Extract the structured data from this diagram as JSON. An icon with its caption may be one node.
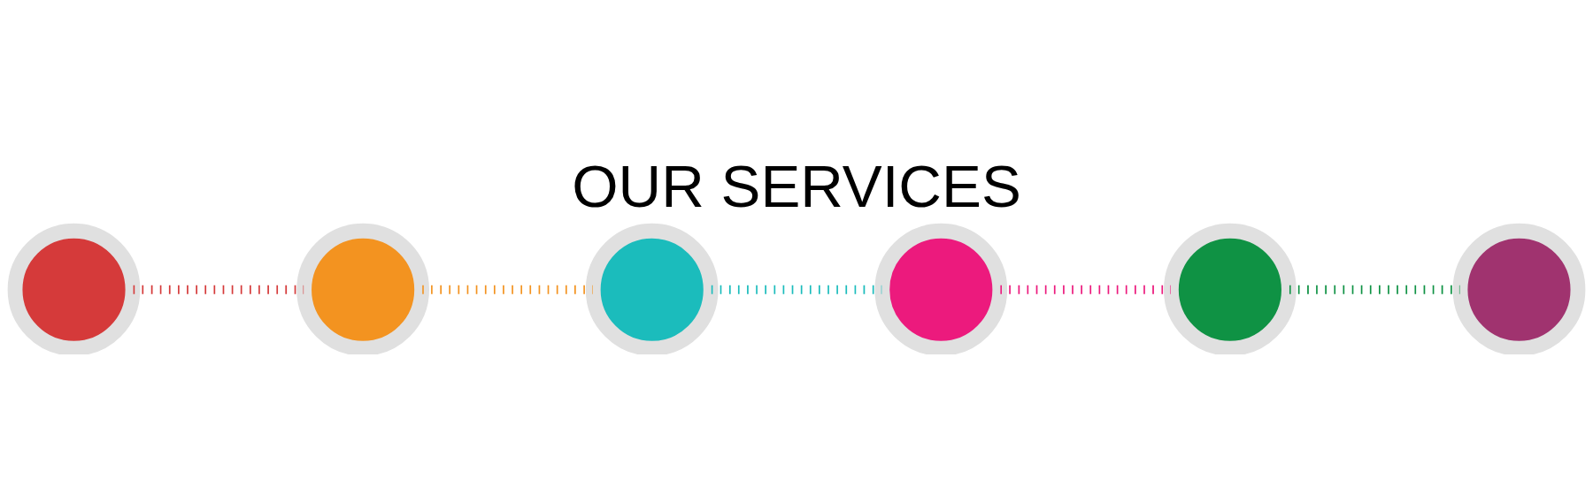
{
  "diagram": {
    "title": "OUR SERVICES",
    "nodes": [
      {
        "text": [],
        "shape": "circle"
      },
      {
        "text": [],
        "shape": "circle"
      },
      {
        "text": [],
        "shape": "circle"
      },
      {
        "text": [],
        "shape": "circle"
      },
      {
        "text": [],
        "shape": "circle"
      },
      {
        "text": [],
        "shape": "circle"
      }
    ],
    "edges": [
      {
        "from": 0,
        "to": 1,
        "arrow": "none",
        "color": "#d53a3a"
      },
      {
        "from": 1,
        "to": 2,
        "arrow": "none",
        "color": "#f39320"
      },
      {
        "from": 2,
        "to": 3,
        "arrow": "none",
        "color": "#1bbcbc"
      },
      {
        "from": 3,
        "to": 4,
        "arrow": "none",
        "color": "#ec1a7d"
      },
      {
        "from": 4,
        "to": 5,
        "arrow": "none",
        "color": "#0f9244"
      }
    ]
  }
}
